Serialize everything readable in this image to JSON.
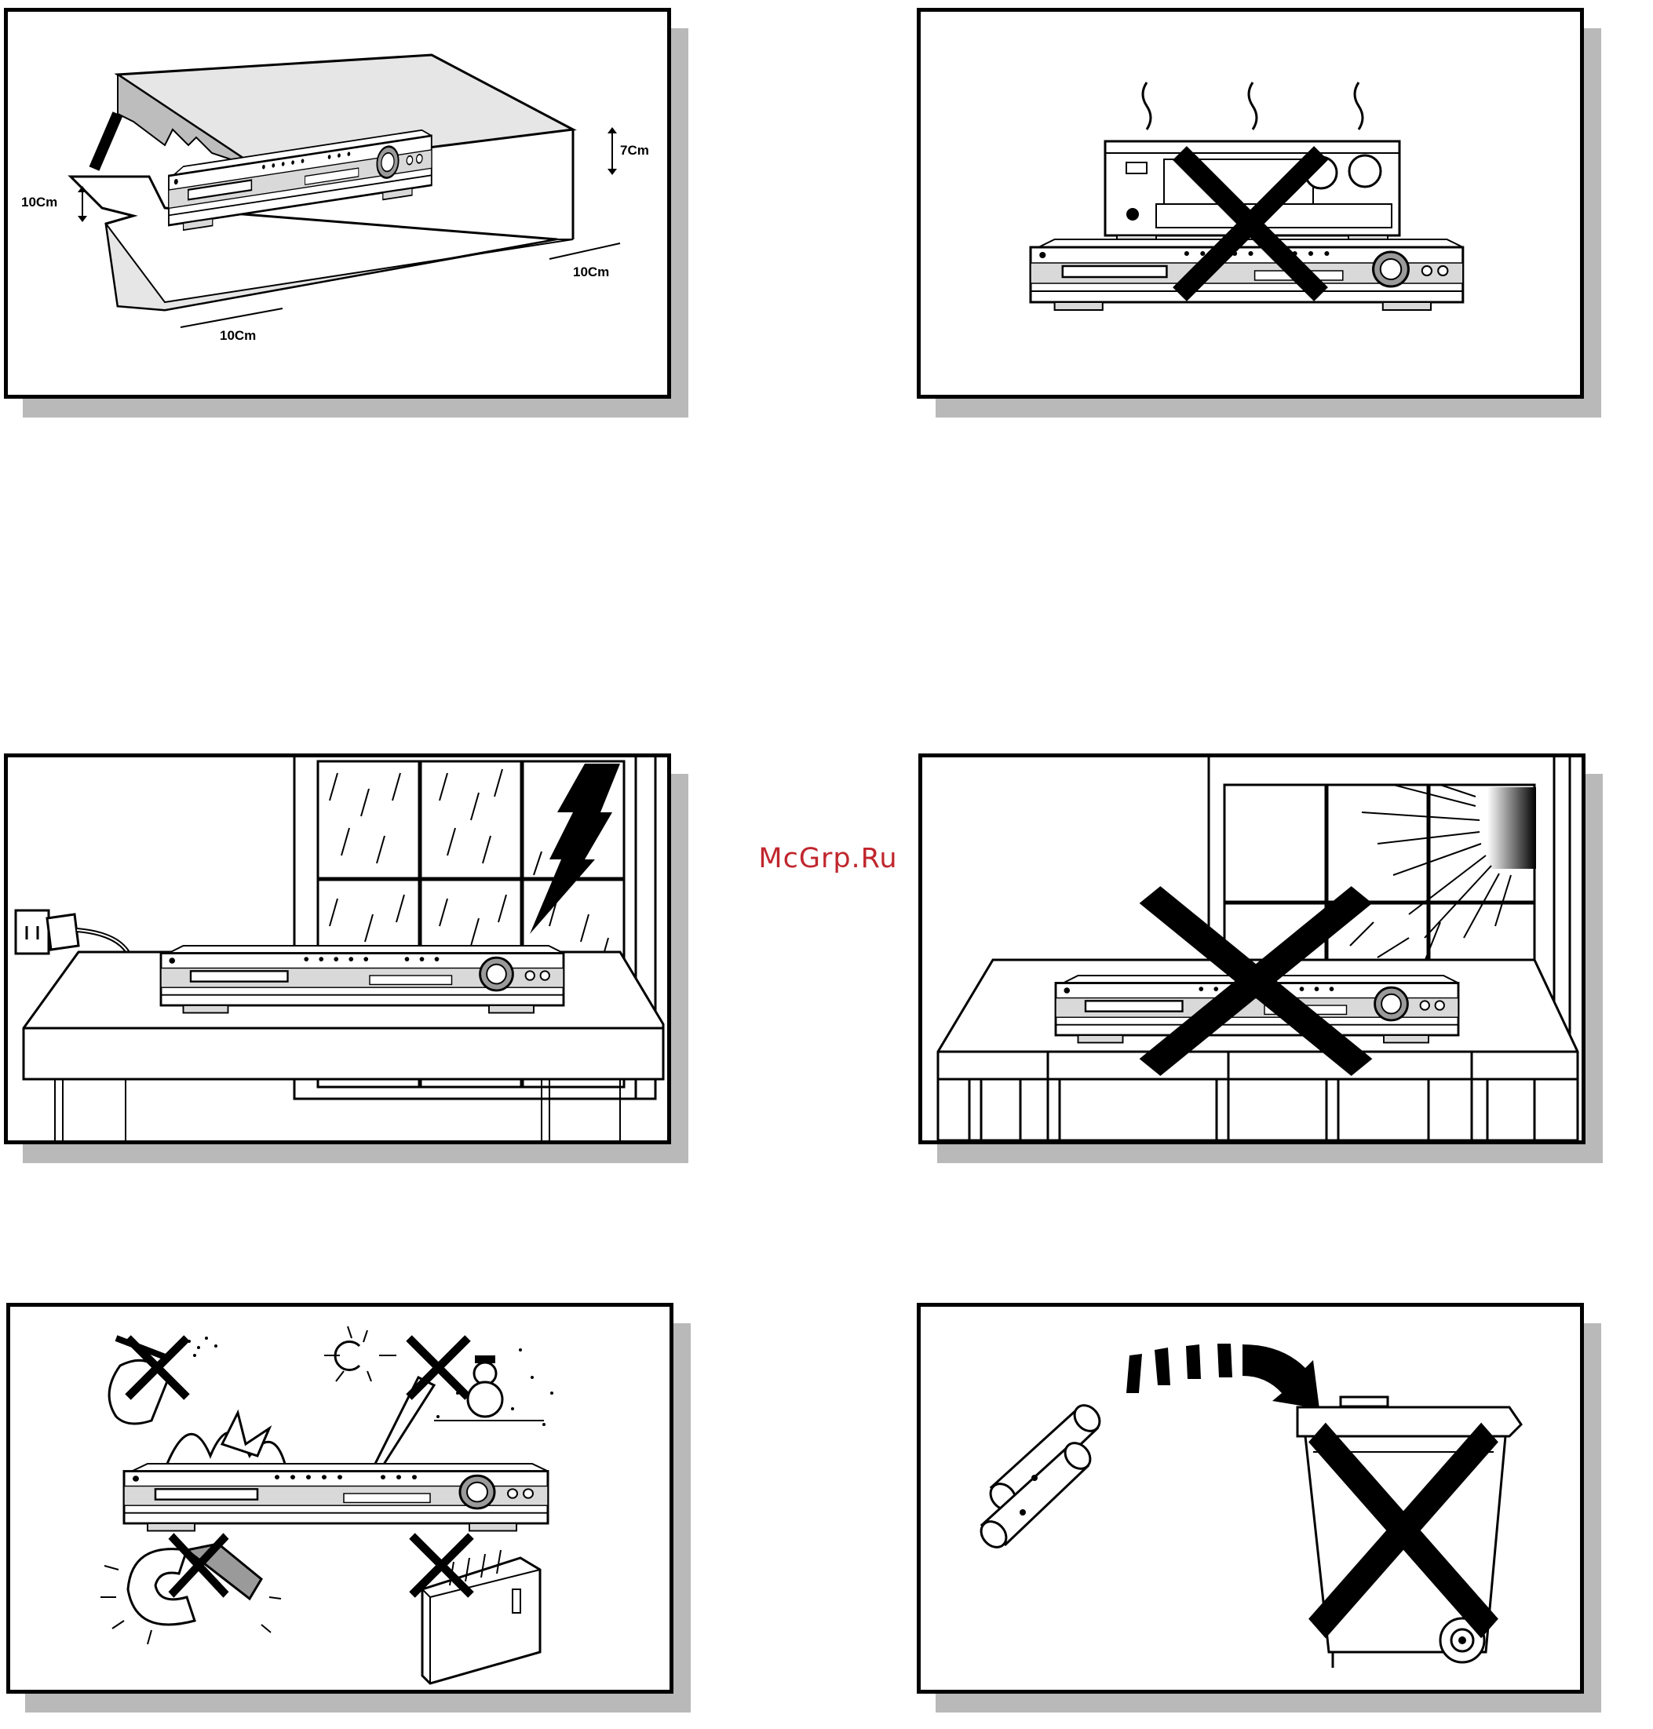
{
  "watermark": "McGrp.Ru",
  "panels": {
    "ventilation": {
      "dim_top": "7Cm",
      "dim_left": "10Cm",
      "dim_right": "10Cm",
      "dim_bottom": "10Cm"
    },
    "no_stacking": {},
    "lightning": {},
    "sunlight": {},
    "environment": {},
    "battery_disposal": {}
  },
  "colors": {
    "frame": "#000000",
    "shadow": "#b9b9b9",
    "watermark": "#c0262d"
  },
  "icons": [
    "x-mark-icon",
    "lightning-bolt-icon",
    "sun-icon",
    "steam-icon",
    "battery-icon",
    "trash-bin-icon",
    "plug-icon"
  ]
}
